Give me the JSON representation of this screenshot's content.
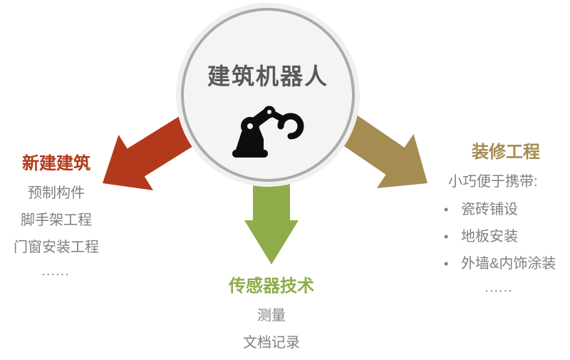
{
  "colors": {
    "red": "#B2391B",
    "green": "#8FAC49",
    "tan": "#A48C52",
    "gray-text": "#7F7F7F",
    "title-dark": "#595959",
    "circle-fill": "#F0F0EF",
    "circle-inner": "#F4F4F3",
    "circle-ring": "#ABABAB",
    "icon-black": "#0D0D0D"
  },
  "center": {
    "title": "建筑机器人",
    "icon": "robot-arm-icon"
  },
  "sections": {
    "left": {
      "title": "新建建筑",
      "items": [
        "预制构件",
        "脚手架工程",
        "门窗安装工程"
      ],
      "more": "......"
    },
    "bottom": {
      "title": "传感器技术",
      "items": [
        "测量",
        "文档记录"
      ]
    },
    "right": {
      "title": "装修工程",
      "subtitle": "小巧便于携带:",
      "bullet": "•",
      "items": [
        "瓷砖铺设",
        "地板安装",
        "外墙&内饰涂装"
      ],
      "more": "......"
    }
  }
}
